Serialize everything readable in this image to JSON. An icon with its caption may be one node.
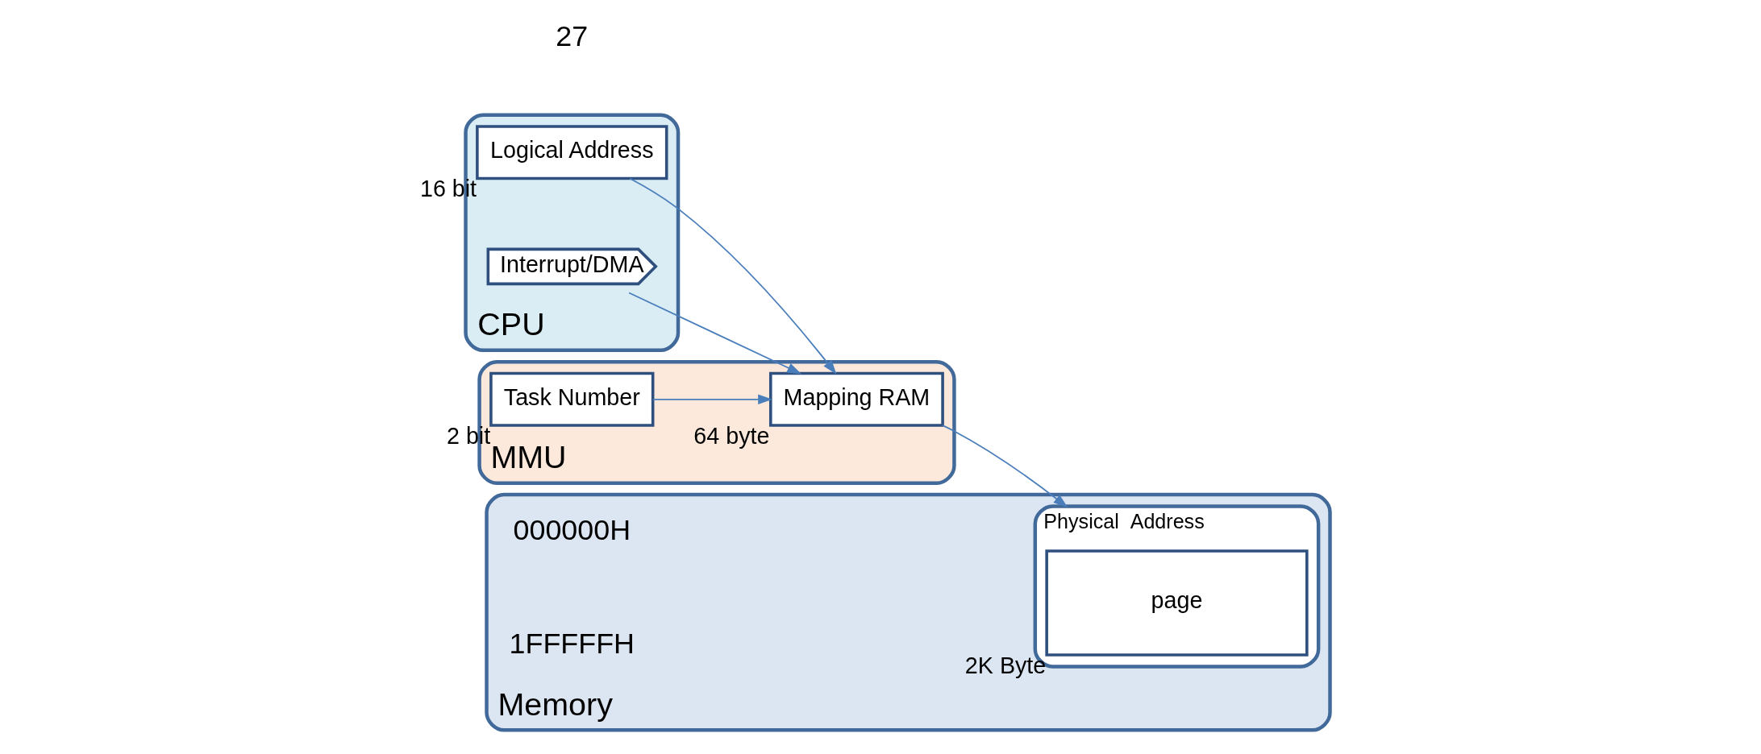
{
  "diagram": {
    "nodes": [
      {
        "text": [
          "CPU"
        ]
      },
      {
        "text": [
          "Logical Address"
        ],
        "in": 0,
        "beside": [
          "16 bit"
        ]
      },
      {
        "text": [
          "Interrupt/DMA"
        ],
        "in": 0
      },
      {
        "text": [
          "MMU"
        ]
      },
      {
        "text": [
          "Task Number"
        ],
        "in": 3,
        "beside": [
          "2 bit"
        ]
      },
      {
        "text": [
          "Mapping RAM"
        ],
        "in": 3,
        "beside": [
          "64 byte"
        ]
      },
      {
        "text": [
          "Memory"
        ]
      },
      {
        "text": [
          "Physical  Address"
        ],
        "in": 6
      },
      {
        "text": [
          "page"
        ],
        "in": 7,
        "beside": [
          "2K Byte"
        ]
      }
    ],
    "edges": [
      {
        "from": 4,
        "to": 5,
        "arrow": "to"
      },
      {
        "from": 1,
        "to": 5,
        "arrow": "to"
      },
      {
        "from": 2,
        "to": 5,
        "arrow": "to"
      },
      {
        "from": 5,
        "to": 7,
        "arrow": "to"
      }
    ],
    "labels": [
      "000000H",
      "1FFFFFH",
      "27"
    ]
  }
}
